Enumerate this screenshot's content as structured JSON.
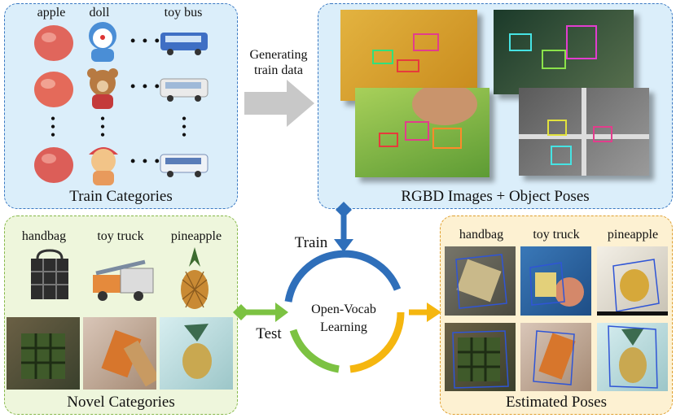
{
  "train_panel": {
    "caption": "Train Categories",
    "labels": [
      "apple",
      "doll",
      "toy bus"
    ],
    "colors": {
      "border": "#3a78c2",
      "fill": "#dbeefa"
    }
  },
  "rgbd_panel": {
    "caption": "RGBD Images + Object Poses",
    "colors": {
      "border": "#3a78c2",
      "fill": "#dbeefa"
    }
  },
  "novel_panel": {
    "caption": "Novel Categories",
    "labels": [
      "handbag",
      "toy truck",
      "pineapple"
    ],
    "colors": {
      "border": "#86b84a",
      "fill": "#eef6dc"
    }
  },
  "estimated_panel": {
    "caption": "Estimated Poses",
    "labels": [
      "handbag",
      "toy truck",
      "pineapple"
    ],
    "colors": {
      "border": "#e0a030",
      "fill": "#fdf1d2"
    }
  },
  "flow": {
    "generating_label": "Generating\ntrain data",
    "train_label": "Train",
    "test_label": "Test",
    "center_label": "Open-Vocab\nLearning",
    "colors": {
      "train": "#2f6fba",
      "test": "#7cc242",
      "output": "#f5b60f"
    }
  }
}
